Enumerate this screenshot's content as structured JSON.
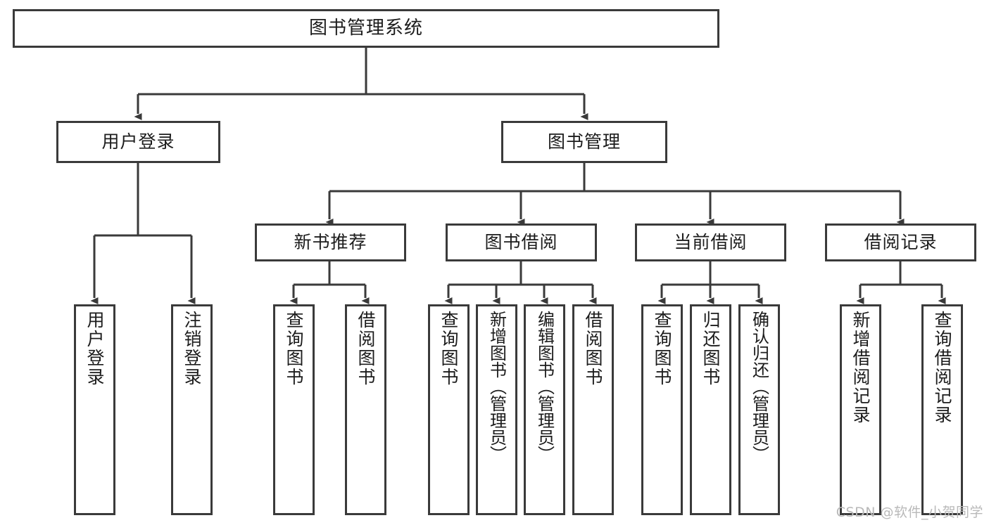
{
  "diagram": {
    "type": "tree",
    "title": "图书管理系统",
    "orientation": "top-down",
    "edge_style": "orthogonal-arrow",
    "colors": {
      "box_border": "#3a3a3a",
      "box_fill": "#ffffff",
      "connector": "#3a3a3a",
      "text": "#1c1c1c",
      "watermark": "#b9b9b9",
      "background": "#ffffff"
    }
  },
  "watermark": {
    "text": "CSDN @软件_小贺同学"
  },
  "nodes": {
    "root": {
      "label": "图书管理系统"
    },
    "level1": [
      {
        "id": "user-login",
        "label": "用户登录"
      },
      {
        "id": "book-manage",
        "label": "图书管理"
      }
    ],
    "level2": [
      {
        "id": "new-book-recommend",
        "label": "新书推荐"
      },
      {
        "id": "book-borrow",
        "label": "图书借阅"
      },
      {
        "id": "current-borrow",
        "label": "当前借阅"
      },
      {
        "id": "borrow-record",
        "label": "借阅记录"
      }
    ],
    "leaves": {
      "user-login": [
        {
          "id": "leaf-user-login",
          "label": "用户登录"
        },
        {
          "id": "leaf-logout-login",
          "label": "注销登录"
        }
      ],
      "new-book-recommend": [
        {
          "id": "leaf-query-book-1",
          "label": "查询图书"
        },
        {
          "id": "leaf-borrow-book-1",
          "label": "借阅图书"
        }
      ],
      "book-borrow": [
        {
          "id": "leaf-query-book-2",
          "label": "查询图书"
        },
        {
          "id": "leaf-add-book",
          "label": "新增图书（管理员）"
        },
        {
          "id": "leaf-edit-book",
          "label": "编辑图书（管理员）"
        },
        {
          "id": "leaf-borrow-book-2",
          "label": "借阅图书"
        }
      ],
      "current-borrow": [
        {
          "id": "leaf-query-book-3",
          "label": "查询图书"
        },
        {
          "id": "leaf-return-book",
          "label": "归还图书"
        },
        {
          "id": "leaf-confirm-return",
          "label": "确认归还（管理员）"
        }
      ],
      "borrow-record": [
        {
          "id": "leaf-add-record",
          "label": "新增借阅记录"
        },
        {
          "id": "leaf-query-record",
          "label": "查询借阅记录"
        }
      ]
    }
  }
}
